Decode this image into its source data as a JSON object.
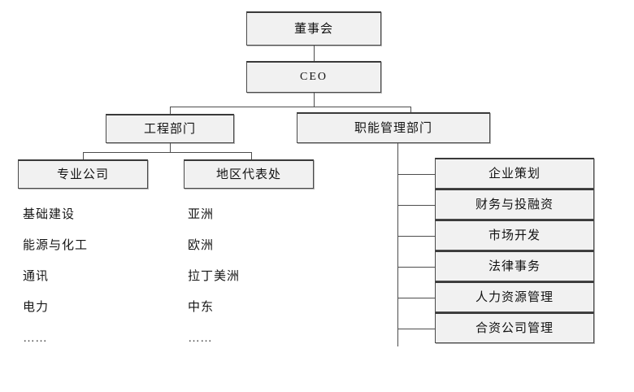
{
  "chart": {
    "type": "org-chart",
    "title": "",
    "nodes": {
      "board": {
        "label": "董事会"
      },
      "ceo": {
        "label": "CEO"
      },
      "engineering": {
        "label": "工程部门"
      },
      "functional": {
        "label": "职能管理部门"
      },
      "specialized_company": {
        "label": "专业公司"
      },
      "regional_office": {
        "label": "地区代表处"
      }
    },
    "specialized_company_items": [
      "基础建设",
      "能源与化工",
      "通讯",
      "电力",
      "……"
    ],
    "regional_office_items": [
      "亚洲",
      "欧洲",
      "拉丁美洲",
      "中东",
      "……"
    ],
    "functional_departments": [
      "企业策划",
      "财务与投融资",
      "市场开发",
      "法律事务",
      "人力资源管理",
      "合资公司管理"
    ],
    "colors": {
      "box_fill": "#f1f1f1",
      "box_border": "#4a4a4a",
      "line": "#4d4d4d",
      "text": "#121212",
      "background": "#ffffff"
    }
  }
}
